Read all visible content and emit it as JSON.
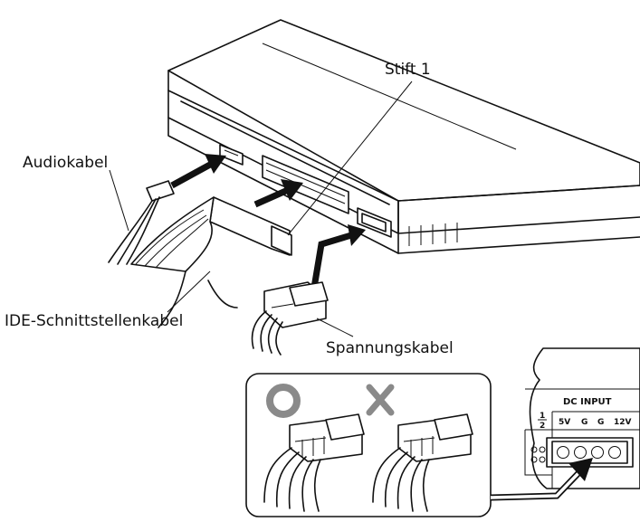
{
  "labels": {
    "pin1": "Stift 1",
    "audio_cable": "Audiokabel",
    "ide_cable": "IDE-Schnittstellenkabel",
    "power_cable": "Spannungskabel"
  },
  "inset": {
    "correct_symbol": "O",
    "wrong_symbol": "×"
  },
  "panel": {
    "title": "DC INPUT",
    "pin_numbers": [
      "1",
      "2"
    ],
    "pin_labels": [
      "5V",
      "G",
      "G",
      "12V"
    ]
  },
  "colors": {
    "line": "#111111",
    "correct_mark": "#8a8a8a",
    "wrong_mark": "#8a8a8a",
    "background": "#ffffff"
  }
}
